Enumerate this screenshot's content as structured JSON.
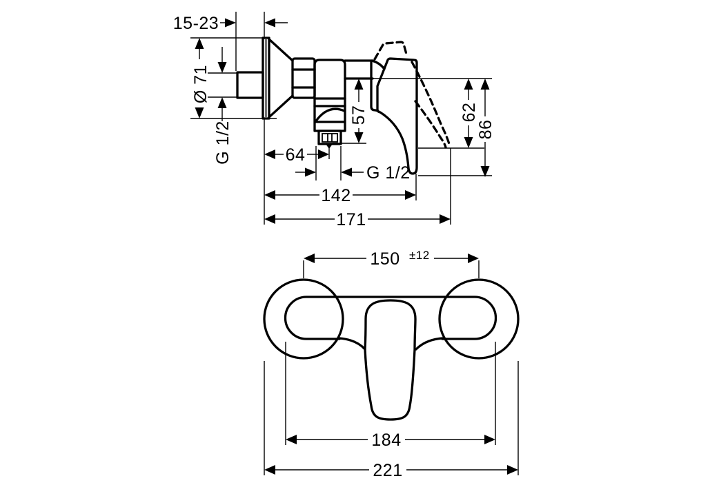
{
  "side_view": {
    "protrusion_range": "15-23",
    "escutcheon_diameter": "Ø 71",
    "inlet_thread": "G 1/2",
    "flange_to_outlet_depth": "64",
    "outlet_drop": "57",
    "outlet_thread": "G 1/2",
    "body_depth": "142",
    "total_depth_handle_open": "171",
    "handle_open_drop": "62",
    "total_drop": "86"
  },
  "front_view": {
    "connection_spacing": "150",
    "connection_spacing_tolerance": "±12",
    "body_width": "184",
    "total_width": "221"
  },
  "colors": {
    "line": "#000000",
    "background": "#ffffff"
  }
}
